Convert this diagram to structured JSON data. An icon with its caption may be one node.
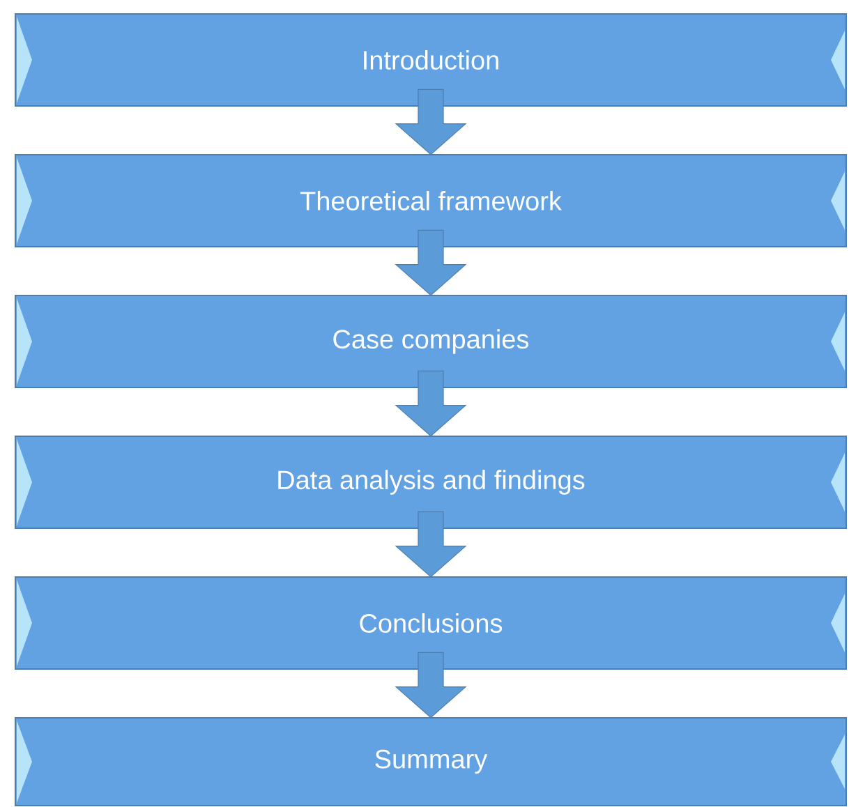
{
  "diagram": {
    "nodes": [
      {
        "text": [
          "Introduction"
        ]
      },
      {
        "text": [
          "Theoretical framework"
        ]
      },
      {
        "text": [
          "Case companies"
        ]
      },
      {
        "text": [
          "Data analysis and findings"
        ]
      },
      {
        "text": [
          "Conclusions"
        ]
      },
      {
        "text": [
          "Summary"
        ]
      }
    ],
    "edges": [
      {
        "from": 0,
        "to": 1,
        "arrow": "to"
      },
      {
        "from": 1,
        "to": 2,
        "arrow": "to"
      },
      {
        "from": 2,
        "to": 3,
        "arrow": "to"
      },
      {
        "from": 3,
        "to": 4,
        "arrow": "to"
      },
      {
        "from": 4,
        "to": 5,
        "arrow": "to"
      }
    ]
  }
}
